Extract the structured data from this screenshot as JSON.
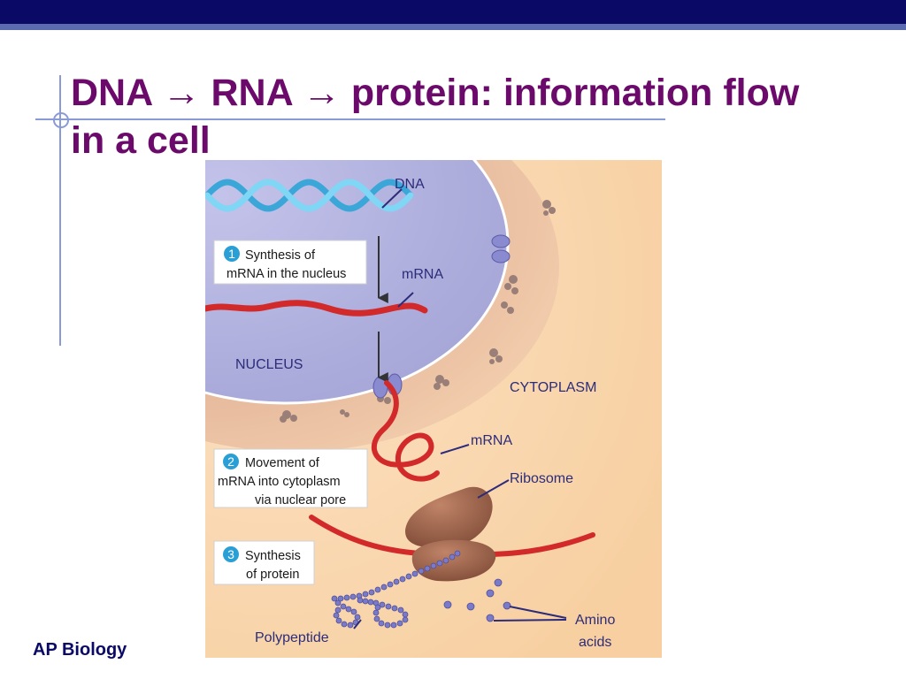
{
  "title": "DNA → RNA → protein:  information flow in a cell",
  "title_line1": "DNA → RNA → protein:  information flow",
  "title_line2": "in a cell",
  "footer": "AP Biology",
  "diagram": {
    "labels": {
      "dna": "DNA",
      "mrna_top": "mRNA",
      "nucleus": "NUCLEUS",
      "cytoplasm": "CYTOPLASM",
      "mrna_mid": "mRNA",
      "ribosome": "Ribosome",
      "polypeptide": "Polypeptide",
      "amino_line1": "Amino",
      "amino_line2": "acids"
    },
    "steps": [
      {
        "number": "1",
        "line1": "Synthesis of",
        "line2": "mRNA in the nucleus",
        "line3": ""
      },
      {
        "number": "2",
        "line1": "Movement of",
        "line2": "mRNA into cytoplasm",
        "line3": "via nuclear pore"
      },
      {
        "number": "3",
        "line1": "Synthesis",
        "line2": "of protein",
        "line3": ""
      }
    ]
  },
  "colors": {
    "title": "#6b0a6b",
    "banner": "#0a0a66",
    "cytoplasm": "#fbd9b0",
    "nucleus": "#b4b4e0",
    "mrna": "#d22a2a",
    "dna": "#4fc3ef",
    "ribosome": "#9c6149",
    "amino_acid": "#7a7ac8"
  }
}
